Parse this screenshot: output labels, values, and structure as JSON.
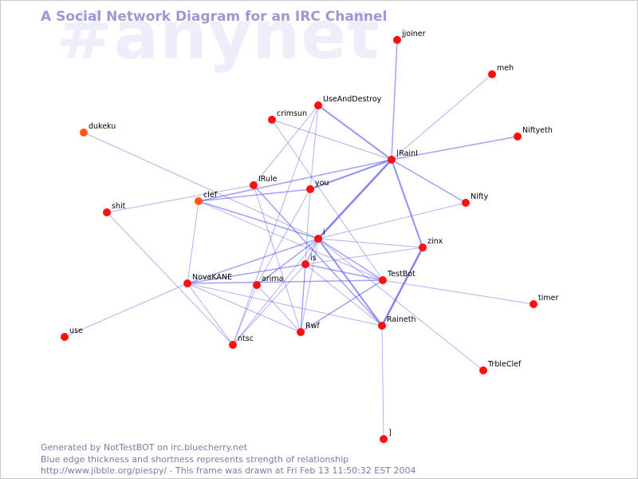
{
  "watermark": "#anynet",
  "title": "A Social Network Diagram for an IRC Channel",
  "footer": {
    "line1": "Generated by NotTestBOT on irc.bluecherry.net",
    "line2": "Blue edge thickness and shortness represents strength of relationship",
    "line3": "http://www.jibble.org/piespy/ - This frame was drawn at Fri Feb 13 11:50:32 EST 2004"
  },
  "colors": {
    "node": "#ff1010",
    "node_highlight": "#ff5a14",
    "edge": "#5555ee",
    "title": "#9a9ad0",
    "footer": "#7a7aaa",
    "watermark": "#eeeefa"
  },
  "nodes": [
    {
      "id": "jjoiner",
      "label": "jjoiner"
    },
    {
      "id": "meh",
      "label": "meh"
    },
    {
      "id": "UseAndDestroy",
      "label": "UseAndDestroy"
    },
    {
      "id": "crimsun",
      "label": "crimsun"
    },
    {
      "id": "dukeku",
      "label": "dukeku",
      "highlight": true
    },
    {
      "id": "Niftyeth",
      "label": "Niftyeth"
    },
    {
      "id": "IRainI",
      "label": "|RainI"
    },
    {
      "id": "IRule",
      "label": "IRule"
    },
    {
      "id": "you",
      "label": "you"
    },
    {
      "id": "clef",
      "label": "clef",
      "highlight": true
    },
    {
      "id": "Nifty",
      "label": "Nifty"
    },
    {
      "id": "shit",
      "label": "shit"
    },
    {
      "id": "i",
      "label": "i"
    },
    {
      "id": "zinx",
      "label": "zinx"
    },
    {
      "id": "is",
      "label": "is"
    },
    {
      "id": "TestBot",
      "label": "TestBot"
    },
    {
      "id": "NovaKANE",
      "label": "NovaKANE"
    },
    {
      "id": "arima",
      "label": "arima"
    },
    {
      "id": "timer",
      "label": "timer"
    },
    {
      "id": "Rwf",
      "label": "Rwf"
    },
    {
      "id": "Raineth",
      "label": "Raineth"
    },
    {
      "id": "use",
      "label": "use"
    },
    {
      "id": "ntsc",
      "label": "ntsc"
    },
    {
      "id": "TrbleClef",
      "label": "TrbleClef"
    },
    {
      "id": "bracket",
      "label": "]"
    }
  ],
  "edges": [
    {
      "from": "jjoiner",
      "to": "IRainI",
      "weight": 1.5
    },
    {
      "from": "meh",
      "to": "IRainI",
      "weight": 1
    },
    {
      "from": "Niftyeth",
      "to": "IRainI",
      "weight": 1.5
    },
    {
      "from": "UseAndDestroy",
      "to": "IRainI",
      "weight": 2
    },
    {
      "from": "UseAndDestroy",
      "to": "IRule",
      "weight": 1
    },
    {
      "from": "UseAndDestroy",
      "to": "you",
      "weight": 1
    },
    {
      "from": "UseAndDestroy",
      "to": "ntsc",
      "weight": 1
    },
    {
      "from": "crimsun",
      "to": "IRainI",
      "weight": 1
    },
    {
      "from": "crimsun",
      "to": "TestBot",
      "weight": 1
    },
    {
      "from": "dukeku",
      "to": "i",
      "weight": 1
    },
    {
      "from": "IRainI",
      "to": "you",
      "weight": 2
    },
    {
      "from": "IRainI",
      "to": "Nifty",
      "weight": 1.5
    },
    {
      "from": "IRainI",
      "to": "zinx",
      "weight": 2
    },
    {
      "from": "IRainI",
      "to": "i",
      "weight": 2.5
    },
    {
      "from": "IRainI",
      "to": "clef",
      "weight": 1.5
    },
    {
      "from": "you",
      "to": "clef",
      "weight": 1.5
    },
    {
      "from": "you",
      "to": "arima",
      "weight": 1
    },
    {
      "from": "you",
      "to": "Rwf",
      "weight": 1
    },
    {
      "from": "IRule",
      "to": "shit",
      "weight": 1
    },
    {
      "from": "IRule",
      "to": "Raineth",
      "weight": 1.5
    },
    {
      "from": "IRule",
      "to": "Rwf",
      "weight": 1
    },
    {
      "from": "clef",
      "to": "i",
      "weight": 1.5
    },
    {
      "from": "clef",
      "to": "NovaKANE",
      "weight": 1
    },
    {
      "from": "clef",
      "to": "TestBot",
      "weight": 1
    },
    {
      "from": "shit",
      "to": "ntsc",
      "weight": 1
    },
    {
      "from": "i",
      "to": "Nifty",
      "weight": 1
    },
    {
      "from": "i",
      "to": "zinx",
      "weight": 1
    },
    {
      "from": "i",
      "to": "is",
      "weight": 1.5
    },
    {
      "from": "i",
      "to": "TestBot",
      "weight": 1.5
    },
    {
      "from": "i",
      "to": "NovaKANE",
      "weight": 1.5
    },
    {
      "from": "i",
      "to": "arima",
      "weight": 1.5
    },
    {
      "from": "i",
      "to": "Rwf",
      "weight": 1
    },
    {
      "from": "i",
      "to": "Raineth",
      "weight": 2
    },
    {
      "from": "i",
      "to": "ntsc",
      "weight": 1
    },
    {
      "from": "i",
      "to": "TrbleClef",
      "weight": 1
    },
    {
      "from": "zinx",
      "to": "is",
      "weight": 1
    },
    {
      "from": "zinx",
      "to": "Raineth",
      "weight": 2.5
    },
    {
      "from": "is",
      "to": "NovaKANE",
      "weight": 1.5
    },
    {
      "from": "is",
      "to": "TestBot",
      "weight": 1.5
    },
    {
      "from": "is",
      "to": "Rwf",
      "weight": 1
    },
    {
      "from": "is",
      "to": "ntsc",
      "weight": 1
    },
    {
      "from": "is",
      "to": "Raineth",
      "weight": 1
    },
    {
      "from": "TestBot",
      "to": "NovaKANE",
      "weight": 1.5
    },
    {
      "from": "TestBot",
      "to": "timer",
      "weight": 1
    },
    {
      "from": "TestBot",
      "to": "Rwf",
      "weight": 1.5
    },
    {
      "from": "NovaKANE",
      "to": "use",
      "weight": 1
    },
    {
      "from": "NovaKANE",
      "to": "Rwf",
      "weight": 1
    },
    {
      "from": "NovaKANE",
      "to": "ntsc",
      "weight": 1
    },
    {
      "from": "NovaKANE",
      "to": "Raineth",
      "weight": 1
    },
    {
      "from": "arima",
      "to": "ntsc",
      "weight": 1
    },
    {
      "from": "arima",
      "to": "Rwf",
      "weight": 1
    },
    {
      "from": "Raineth",
      "to": "bracket",
      "weight": 1
    }
  ]
}
